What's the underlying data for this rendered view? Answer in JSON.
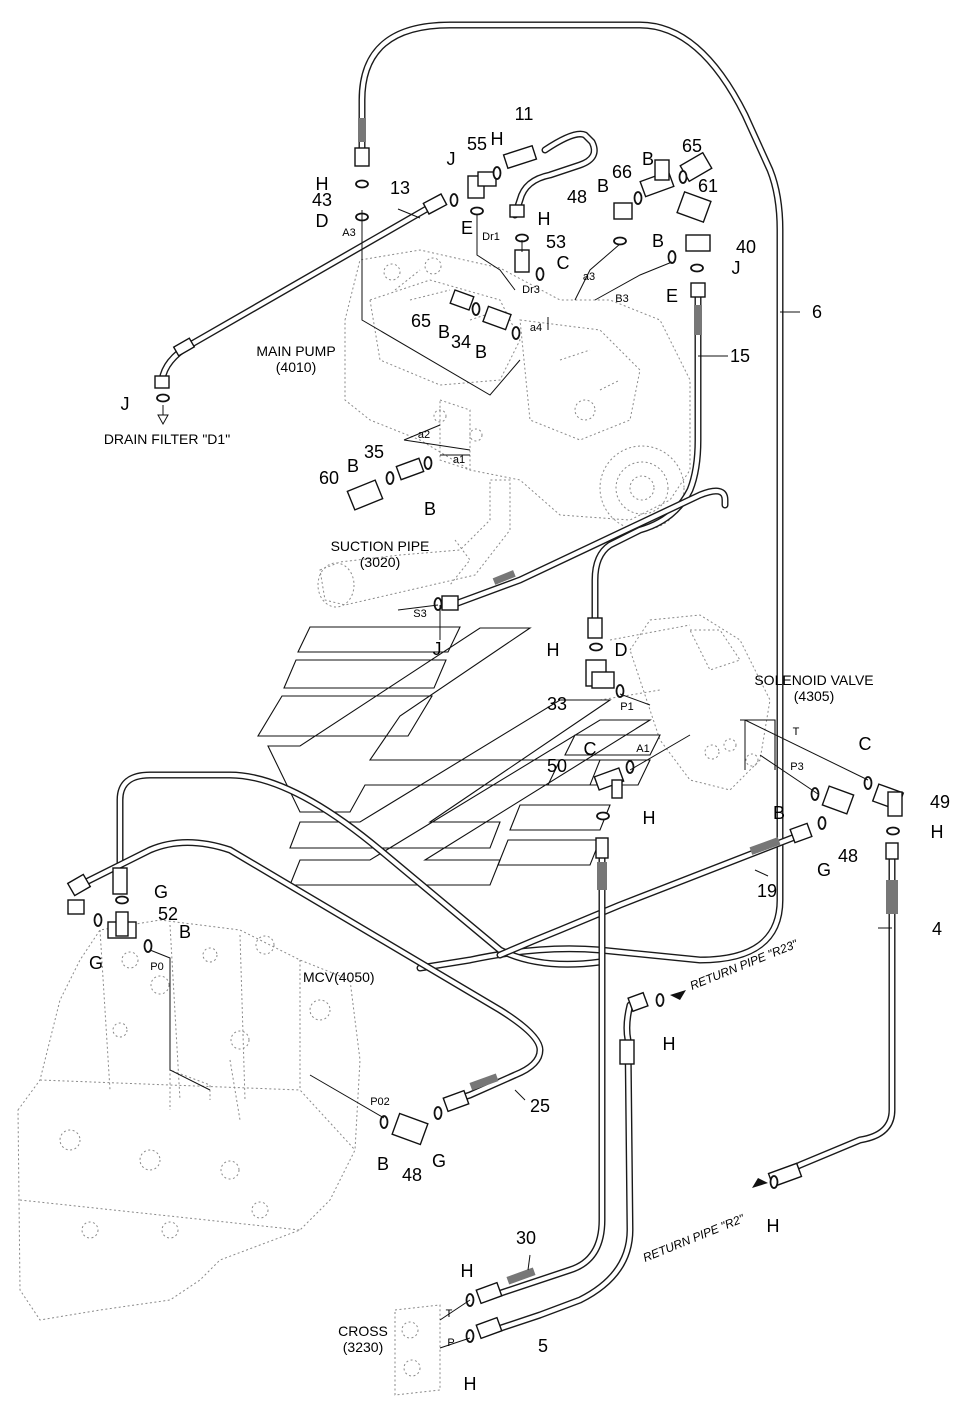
{
  "components": {
    "main_pump": {
      "name": "MAIN PUMP",
      "code": "(4010)"
    },
    "suction_pipe": {
      "name": "SUCTION PIPE",
      "code": "(3020)"
    },
    "solenoid_valve": {
      "name": "SOLENOID VALVE",
      "code": "(4305)"
    },
    "mcv": {
      "name": "MCV(4050)"
    },
    "cross": {
      "name": "CROSS",
      "code": "(3230)"
    },
    "drain_filter": {
      "name": "DRAIN FILTER \"D1\""
    },
    "return_r23": {
      "name": "RETURN PIPE \"R23\""
    },
    "return_r2": {
      "name": "RETURN PIPE \"R2\""
    }
  },
  "callouts": [
    {
      "id": "c1",
      "text": "11"
    },
    {
      "id": "c2",
      "text": "H"
    },
    {
      "id": "c3",
      "text": "55"
    },
    {
      "id": "c4",
      "text": "J"
    },
    {
      "id": "c5",
      "text": "H"
    },
    {
      "id": "c6",
      "text": "43"
    },
    {
      "id": "c7",
      "text": "D"
    },
    {
      "id": "c8",
      "text": "13"
    },
    {
      "id": "c9",
      "text": "E"
    },
    {
      "id": "c10",
      "text": "H"
    },
    {
      "id": "c11",
      "text": "48"
    },
    {
      "id": "c12",
      "text": "53"
    },
    {
      "id": "c13",
      "text": "C"
    },
    {
      "id": "c14",
      "text": "65"
    },
    {
      "id": "c15",
      "text": "B"
    },
    {
      "id": "c16",
      "text": "66"
    },
    {
      "id": "c17",
      "text": "B"
    },
    {
      "id": "c18",
      "text": "61"
    },
    {
      "id": "c19",
      "text": "B"
    },
    {
      "id": "c20",
      "text": "40"
    },
    {
      "id": "c21",
      "text": "J"
    },
    {
      "id": "c22",
      "text": "E"
    },
    {
      "id": "c23",
      "text": "6"
    },
    {
      "id": "c24",
      "text": "15"
    },
    {
      "id": "c25",
      "text": "65"
    },
    {
      "id": "c26",
      "text": "B"
    },
    {
      "id": "c27",
      "text": "34"
    },
    {
      "id": "c28",
      "text": "B"
    },
    {
      "id": "c29",
      "text": "J"
    },
    {
      "id": "c30",
      "text": "35"
    },
    {
      "id": "c31",
      "text": "B"
    },
    {
      "id": "c32",
      "text": "60"
    },
    {
      "id": "c33",
      "text": "B"
    },
    {
      "id": "c34",
      "text": "J"
    },
    {
      "id": "c35",
      "text": "H"
    },
    {
      "id": "c36",
      "text": "D"
    },
    {
      "id": "c37",
      "text": "33"
    },
    {
      "id": "c38",
      "text": "C"
    },
    {
      "id": "c39",
      "text": "50"
    },
    {
      "id": "c40",
      "text": "H"
    },
    {
      "id": "c41",
      "text": "C"
    },
    {
      "id": "c42",
      "text": "49"
    },
    {
      "id": "c43",
      "text": "H"
    },
    {
      "id": "c44",
      "text": "B"
    },
    {
      "id": "c45",
      "text": "G"
    },
    {
      "id": "c46",
      "text": "48"
    },
    {
      "id": "c47",
      "text": "19"
    },
    {
      "id": "c48",
      "text": "4"
    },
    {
      "id": "c49",
      "text": "G"
    },
    {
      "id": "c50",
      "text": "52"
    },
    {
      "id": "c51",
      "text": "B"
    },
    {
      "id": "c52",
      "text": "G"
    },
    {
      "id": "c53",
      "text": "H"
    },
    {
      "id": "c54",
      "text": "25"
    },
    {
      "id": "c55",
      "text": "B"
    },
    {
      "id": "c56",
      "text": "48"
    },
    {
      "id": "c57",
      "text": "G"
    },
    {
      "id": "c58",
      "text": "H"
    },
    {
      "id": "c59",
      "text": "30"
    },
    {
      "id": "c60",
      "text": "H"
    },
    {
      "id": "c61",
      "text": "5"
    },
    {
      "id": "c62",
      "text": "H"
    }
  ],
  "ports": [
    {
      "id": "p1",
      "text": "A3"
    },
    {
      "id": "p2",
      "text": "Dr1"
    },
    {
      "id": "p3",
      "text": "Dr3"
    },
    {
      "id": "p4",
      "text": "a3"
    },
    {
      "id": "p5",
      "text": "B3"
    },
    {
      "id": "p6",
      "text": "a4"
    },
    {
      "id": "p7",
      "text": "a2"
    },
    {
      "id": "p8",
      "text": "a1"
    },
    {
      "id": "p9",
      "text": "S3"
    },
    {
      "id": "p10",
      "text": "P1"
    },
    {
      "id": "p11",
      "text": "A1"
    },
    {
      "id": "p12",
      "text": "T"
    },
    {
      "id": "p13",
      "text": "P3"
    },
    {
      "id": "p14",
      "text": "P0"
    },
    {
      "id": "p15",
      "text": "P02"
    },
    {
      "id": "p16",
      "text": "T"
    },
    {
      "id": "p17",
      "text": "P"
    }
  ]
}
